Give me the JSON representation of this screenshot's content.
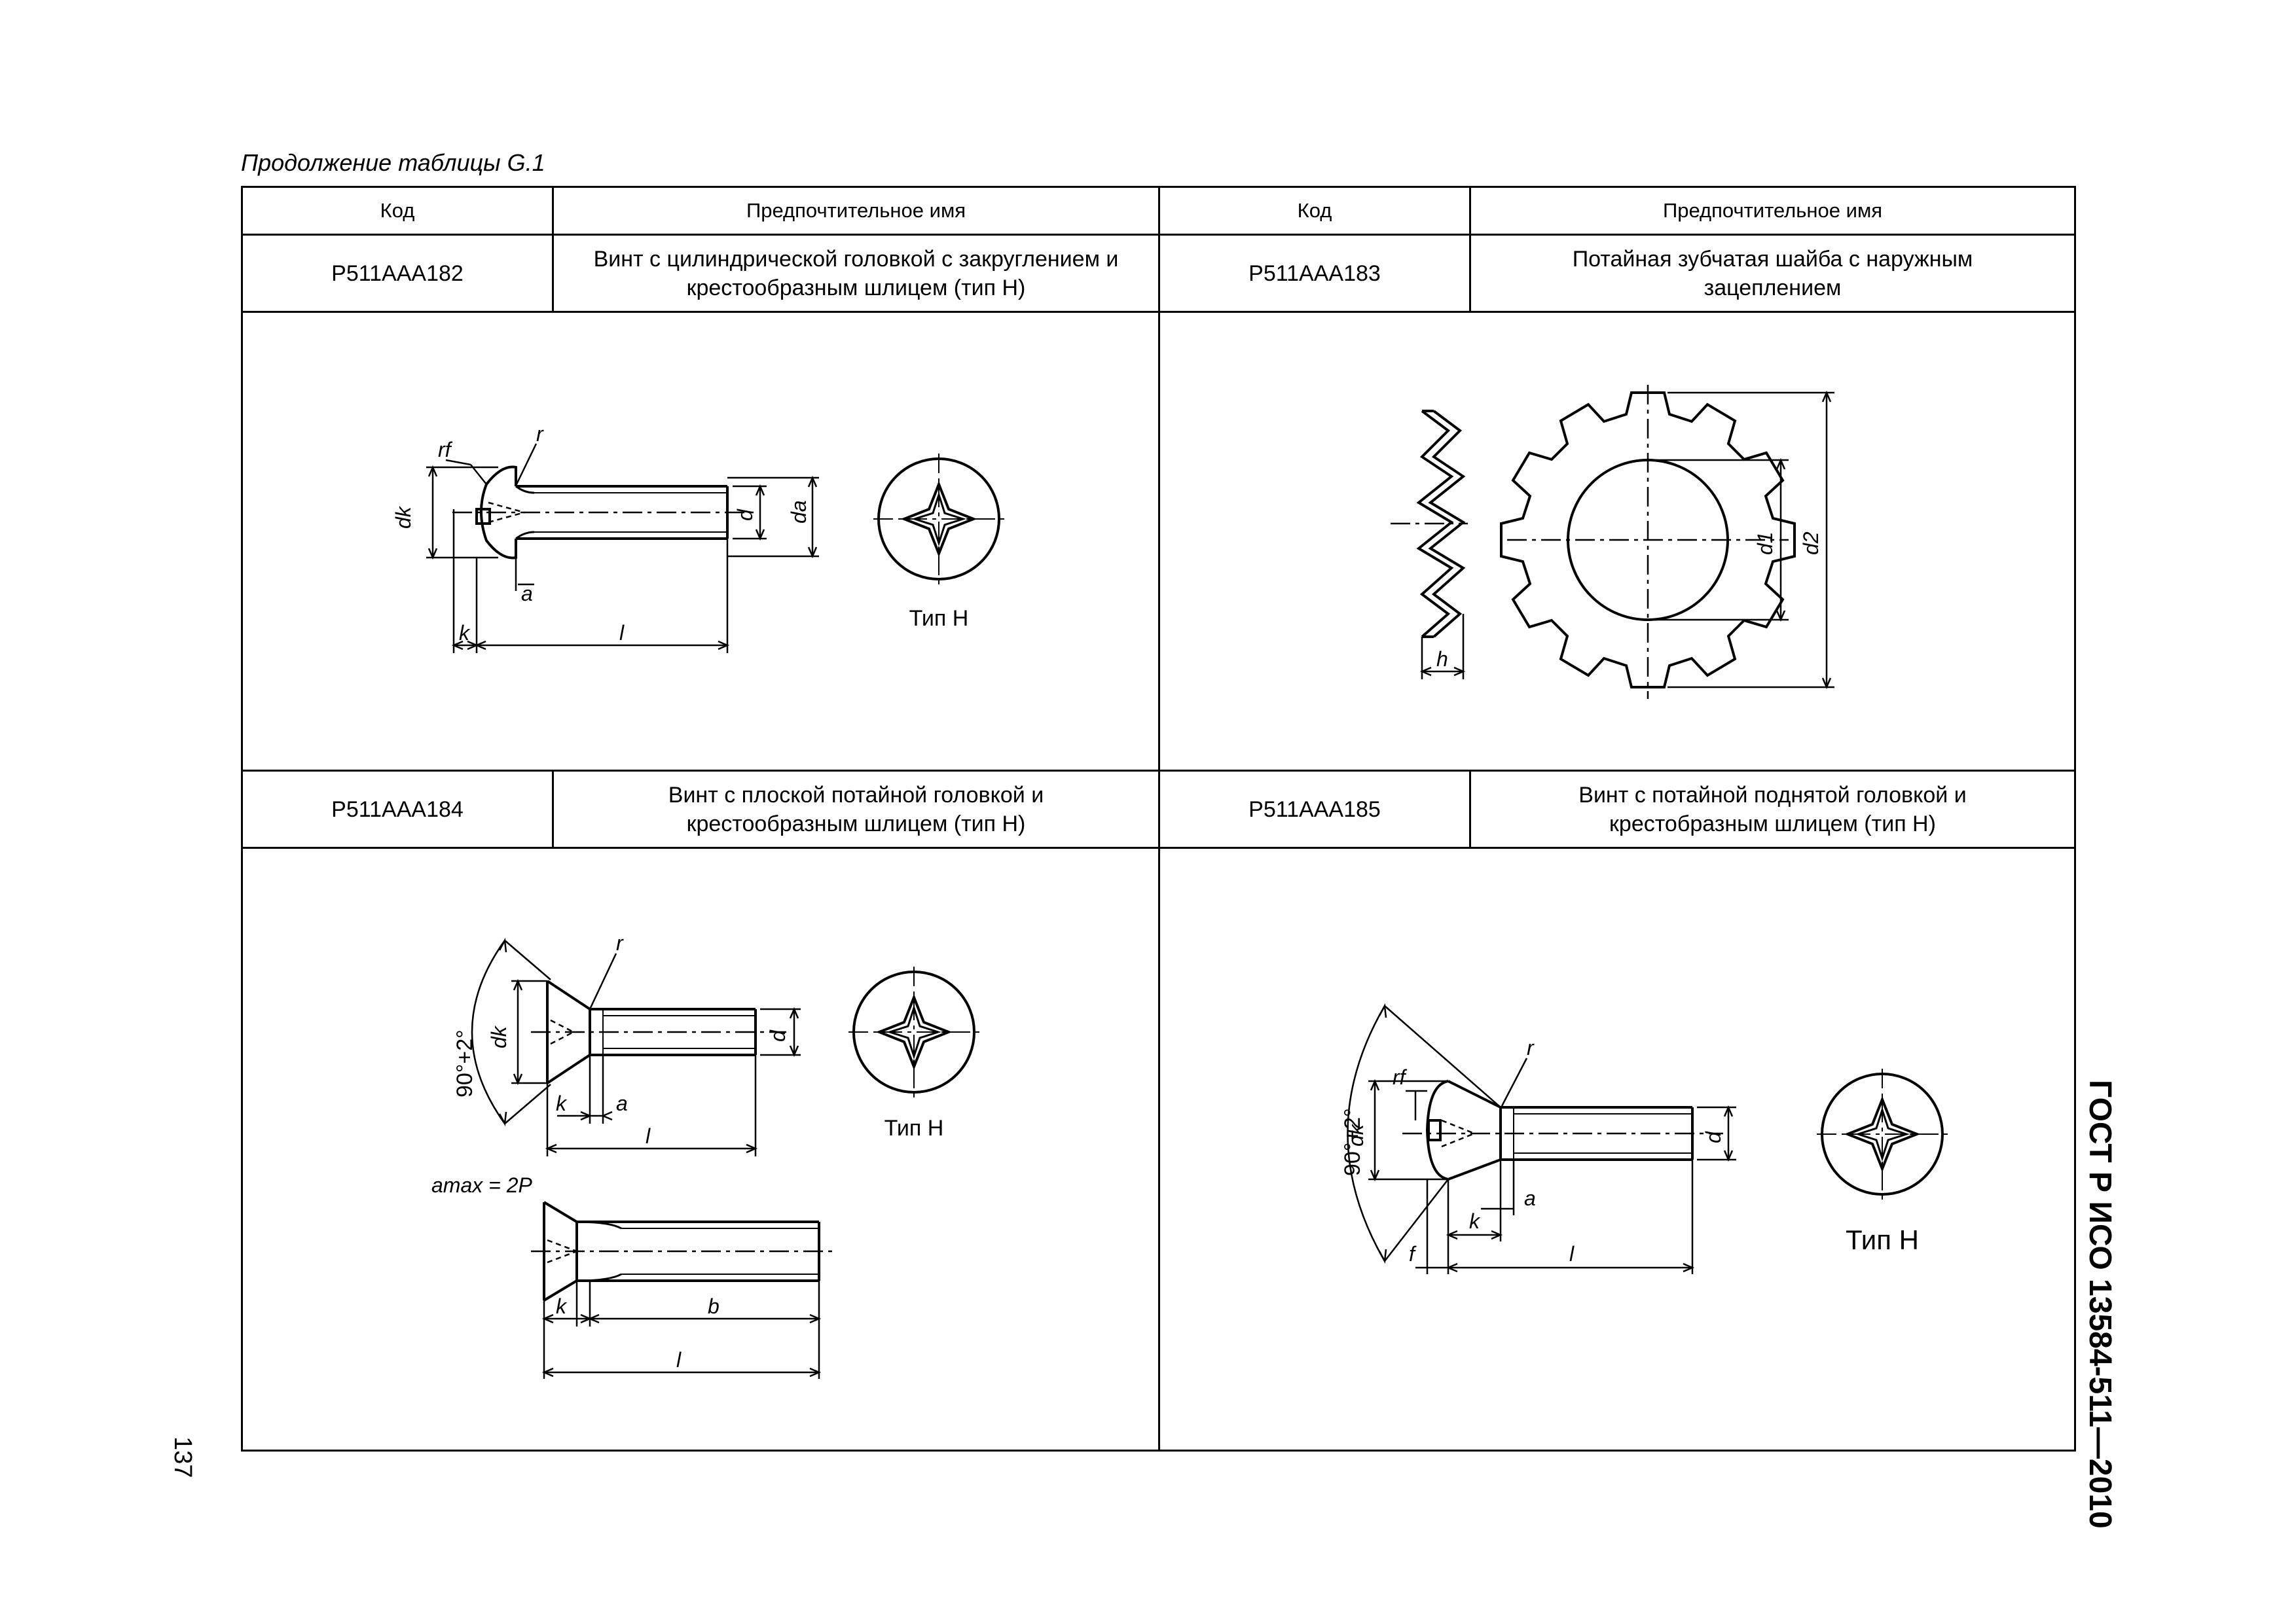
{
  "caption": "Продолжение таблицы G.1",
  "header": {
    "code": "Код",
    "name": "Предпочтительное имя",
    "code2": "Код",
    "name2": "Предпочтительное имя"
  },
  "rows": [
    {
      "code": "P511AAA182",
      "name": "Винт с цилиндрической головкой с закруглением и крестообразным шлицем (тип H)"
    },
    {
      "code": "P511AAA183",
      "name": "Потайная зубчатая шайба с наружным зацеплением"
    },
    {
      "code": "P511AAA184",
      "name": "Винт с плоской потайной головкой и крестообразным шлицем (тип H)"
    },
    {
      "code": "P511AAA185",
      "name": "Винт с потайной поднятой головкой и крестобразным шлицем (тип H)"
    }
  ],
  "drawing_labels": {
    "dk": "dk",
    "rf": "rf",
    "r": "r",
    "d": "d",
    "da": "da",
    "a": "a",
    "k": "k",
    "l": "l",
    "tip_h": "Тип H",
    "d1": "d1",
    "d2": "d2",
    "h": "h",
    "angle": "90°+2°",
    "amax": "amax = 2P",
    "b": "b",
    "f": "f"
  },
  "side_title": "ГОСТ Р ИСО 13584-511—2010",
  "page_number": "137"
}
